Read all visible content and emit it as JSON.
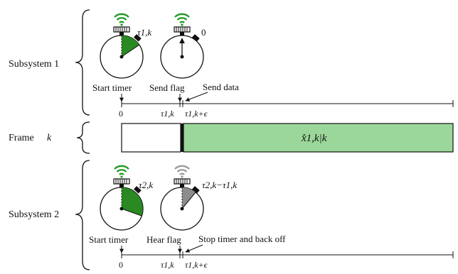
{
  "colors": {
    "timer_green": "#2a8a22",
    "timer_gray": "#8c8c8c",
    "signal_green": "#1f9a1f",
    "signal_gray": "#9a9a9a",
    "frame_fill": "#9bd79a",
    "line": "#111111"
  },
  "subsystem1": {
    "label": "Subsystem 1",
    "timer1_label": "τ1,k",
    "timer2_label": "0",
    "events": {
      "start": "Start timer",
      "flag": "Send flag",
      "data": "Send data"
    },
    "ticks": {
      "t0": "0",
      "t1": "τ1,k",
      "t2": "τ1,k+ϵ"
    }
  },
  "frame": {
    "label": "Frame",
    "index": "k",
    "content": "x̂1,k|k"
  },
  "subsystem2": {
    "label": "Subsystem 2",
    "timer1_label": "τ2,k",
    "timer2_label": "τ2,k−τ1,k",
    "events": {
      "start": "Start timer",
      "flag": "Hear flag",
      "stop": "Stop timer and back off"
    },
    "ticks": {
      "t0": "0",
      "t1": "τ1,k",
      "t2": "τ1,k+ϵ"
    }
  }
}
